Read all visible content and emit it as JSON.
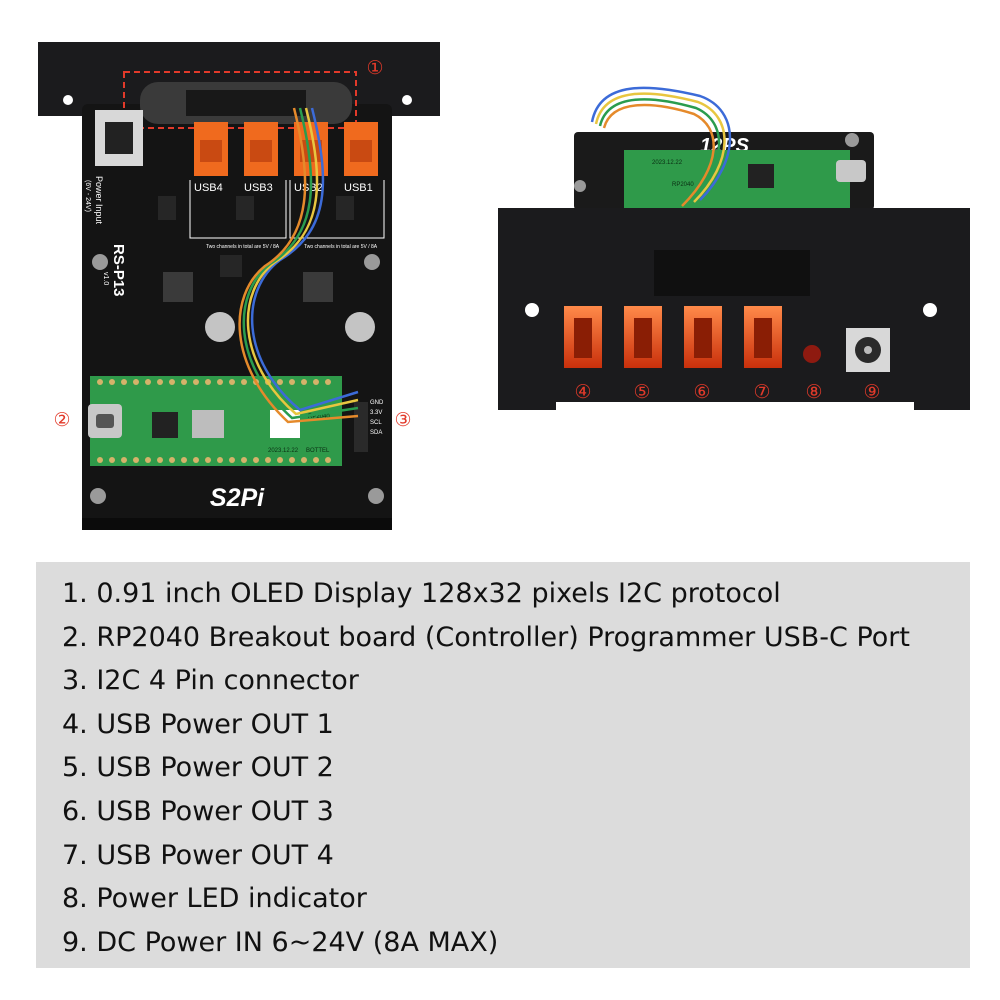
{
  "callouts": {
    "c1": "①",
    "c2": "②",
    "c3": "③",
    "c4": "④",
    "c5": "⑤",
    "c6": "⑥",
    "c7": "⑦",
    "c8": "⑧",
    "c9": "⑨"
  },
  "board": {
    "model": "RS-P13",
    "version": "v1.0",
    "power_input": "Power Input",
    "power_range": "(6V - 24V)",
    "usb_labels": [
      "USB4",
      "USB3",
      "USB2",
      "USB1"
    ],
    "channel_note_a": "Two channels in total are 5V / 8A",
    "channel_note_b": "Two channels in total are 5V / 8A",
    "logo": "S2Pi",
    "pico_date": "2023.12.22",
    "pico_brand": "BOTTEL",
    "pico_chip": "RP2040",
    "i2c_pins": [
      "GND",
      "3.3V",
      "SCL",
      "SDA"
    ]
  },
  "rear": {
    "logo": "12PS",
    "pico_date": "2023.12.22",
    "pico_chip": "RP2040"
  },
  "colors": {
    "callout": "#e23a2a",
    "pcb": "#141414",
    "bracket": "#1b1b1d",
    "usb_orange": "#f06a1e",
    "pico_green": "#2f9a4a"
  },
  "legend": {
    "items": [
      "1. 0.91 inch OLED Display 128x32 pixels I2C protocol",
      "2. RP2040 Breakout board (Controller) Programmer USB-C Port",
      "3. I2C  4 Pin connector",
      "4. USB Power OUT 1",
      "5. USB Power OUT 2",
      "6. USB Power OUT 3",
      "7. USB Power OUT 4",
      "8. Power LED indicator",
      "9. DC Power IN  6~24V (8A MAX)"
    ]
  }
}
